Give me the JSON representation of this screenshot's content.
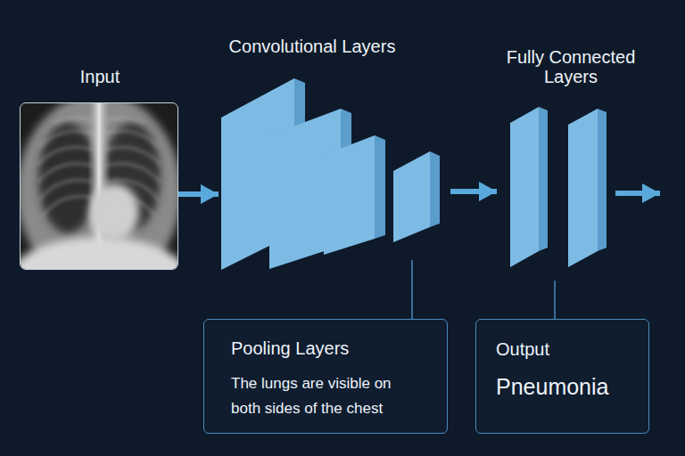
{
  "diagram": {
    "nodes": [
      {
        "text": [
          "Input"
        ]
      },
      {
        "text": [
          "Convolutional Layers"
        ]
      },
      {
        "text": [
          "Fully Connected Layers"
        ]
      },
      {
        "text": [
          "Pooling Layers",
          "The lungs are visible on both sides of the chest"
        ]
      },
      {
        "text": [
          "Output",
          "Pneumonia"
        ]
      }
    ],
    "edges": [
      {
        "from": 0,
        "to": 1,
        "arrow": "to"
      },
      {
        "from": 1,
        "to": 2,
        "arrow": "to"
      },
      {
        "from": 1,
        "to": 3,
        "arrow": "none"
      },
      {
        "from": 2,
        "to": 4,
        "arrow": "none"
      }
    ]
  }
}
